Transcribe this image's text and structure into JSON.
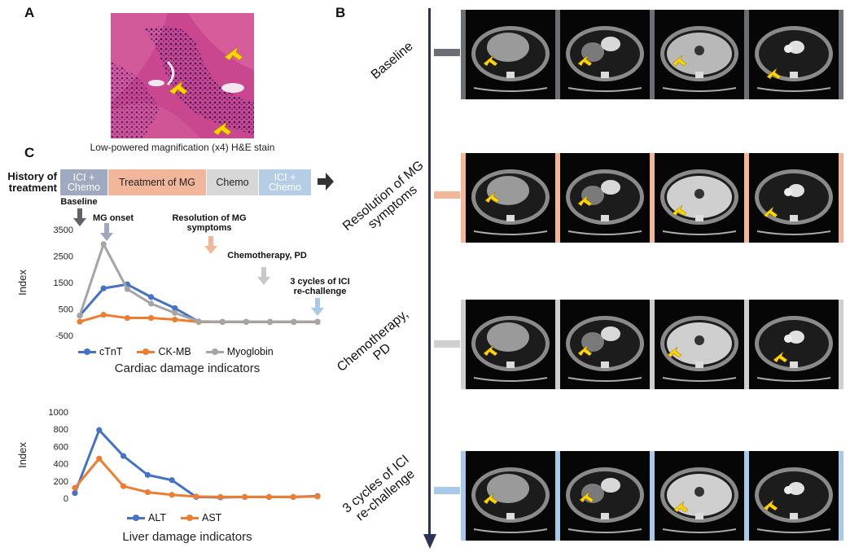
{
  "panel_a": {
    "letter": "A",
    "caption": "Low-powered magnification (x4) H&E stain"
  },
  "panel_b": {
    "letter": "B"
  },
  "panel_c": {
    "letter": "C",
    "history_label": "History of treatment",
    "segments": [
      {
        "label": "ICI + Chemo",
        "color": "#9fa9c0"
      },
      {
        "label": "Treatment of MG",
        "color": "#f2b69b"
      },
      {
        "label": "Chemo",
        "color": "#d7d7d7"
      },
      {
        "label": "ICI + Chemo",
        "color": "#b6cde6"
      }
    ],
    "events": [
      {
        "label": "Baseline",
        "color": "#5f6268"
      },
      {
        "label": "MG onset",
        "color": "#9fa9c0"
      },
      {
        "label": "Resolution of MG symptoms",
        "color": "#f2b69b"
      },
      {
        "label": "Chemotherapy, PD",
        "color": "#c8c8c8"
      },
      {
        "label": "3 cycles of ICI re-challenge",
        "color": "#a9c9e8"
      }
    ]
  },
  "colors": {
    "blue": "#4472c4",
    "orange": "#ed7d31",
    "gray": "#a5a5a5",
    "timeline_navy": "#2b3354",
    "arrow_yellow": "#ffd400"
  },
  "chart_data": [
    {
      "type": "line",
      "title": "Cardiac damage indicators",
      "ylabel": "Index",
      "xlabel": "",
      "ylim": [
        -500,
        3500
      ],
      "yticks": [
        -500,
        500,
        1500,
        2500,
        3500
      ],
      "x": [
        1,
        2,
        3,
        4,
        5,
        6,
        7,
        8,
        9,
        10,
        11
      ],
      "series": [
        {
          "name": "cTnT",
          "color": "#4472c4",
          "values": [
            250,
            1280,
            1430,
            950,
            530,
            20,
            10,
            10,
            10,
            10,
            10
          ]
        },
        {
          "name": "CK-MB",
          "color": "#ed7d31",
          "values": [
            20,
            280,
            160,
            160,
            100,
            10,
            10,
            10,
            10,
            10,
            10
          ]
        },
        {
          "name": "Myoglobin",
          "color": "#a5a5a5",
          "values": [
            250,
            2950,
            1250,
            700,
            350,
            30,
            20,
            20,
            20,
            20,
            20
          ]
        }
      ],
      "legend": "bottom",
      "grid": false
    },
    {
      "type": "line",
      "title": "Liver damage indicators",
      "ylabel": "Index",
      "xlabel": "",
      "ylim": [
        0,
        1000
      ],
      "yticks": [
        0,
        200,
        400,
        600,
        800,
        1000
      ],
      "x": [
        1,
        2,
        3,
        4,
        5,
        6,
        7,
        8,
        9,
        10,
        11
      ],
      "series": [
        {
          "name": "ALT",
          "color": "#4472c4",
          "values": [
            60,
            790,
            490,
            270,
            210,
            15,
            10,
            15,
            15,
            15,
            25
          ]
        },
        {
          "name": "AST",
          "color": "#ed7d31",
          "values": [
            120,
            460,
            140,
            70,
            40,
            20,
            15,
            15,
            15,
            15,
            20
          ]
        }
      ],
      "legend": "bottom",
      "grid": false
    }
  ],
  "ct_panels": [
    {
      "stage": "Baseline",
      "color": "#6b6e74"
    },
    {
      "stage": "Resolution of MG symptoms",
      "color": "#f2b69b"
    },
    {
      "stage": "Chemotherapy, PD",
      "color": "#cfcfcf"
    },
    {
      "stage": "3 cycles of ICI re-challenge",
      "color": "#a9c9e8"
    }
  ]
}
